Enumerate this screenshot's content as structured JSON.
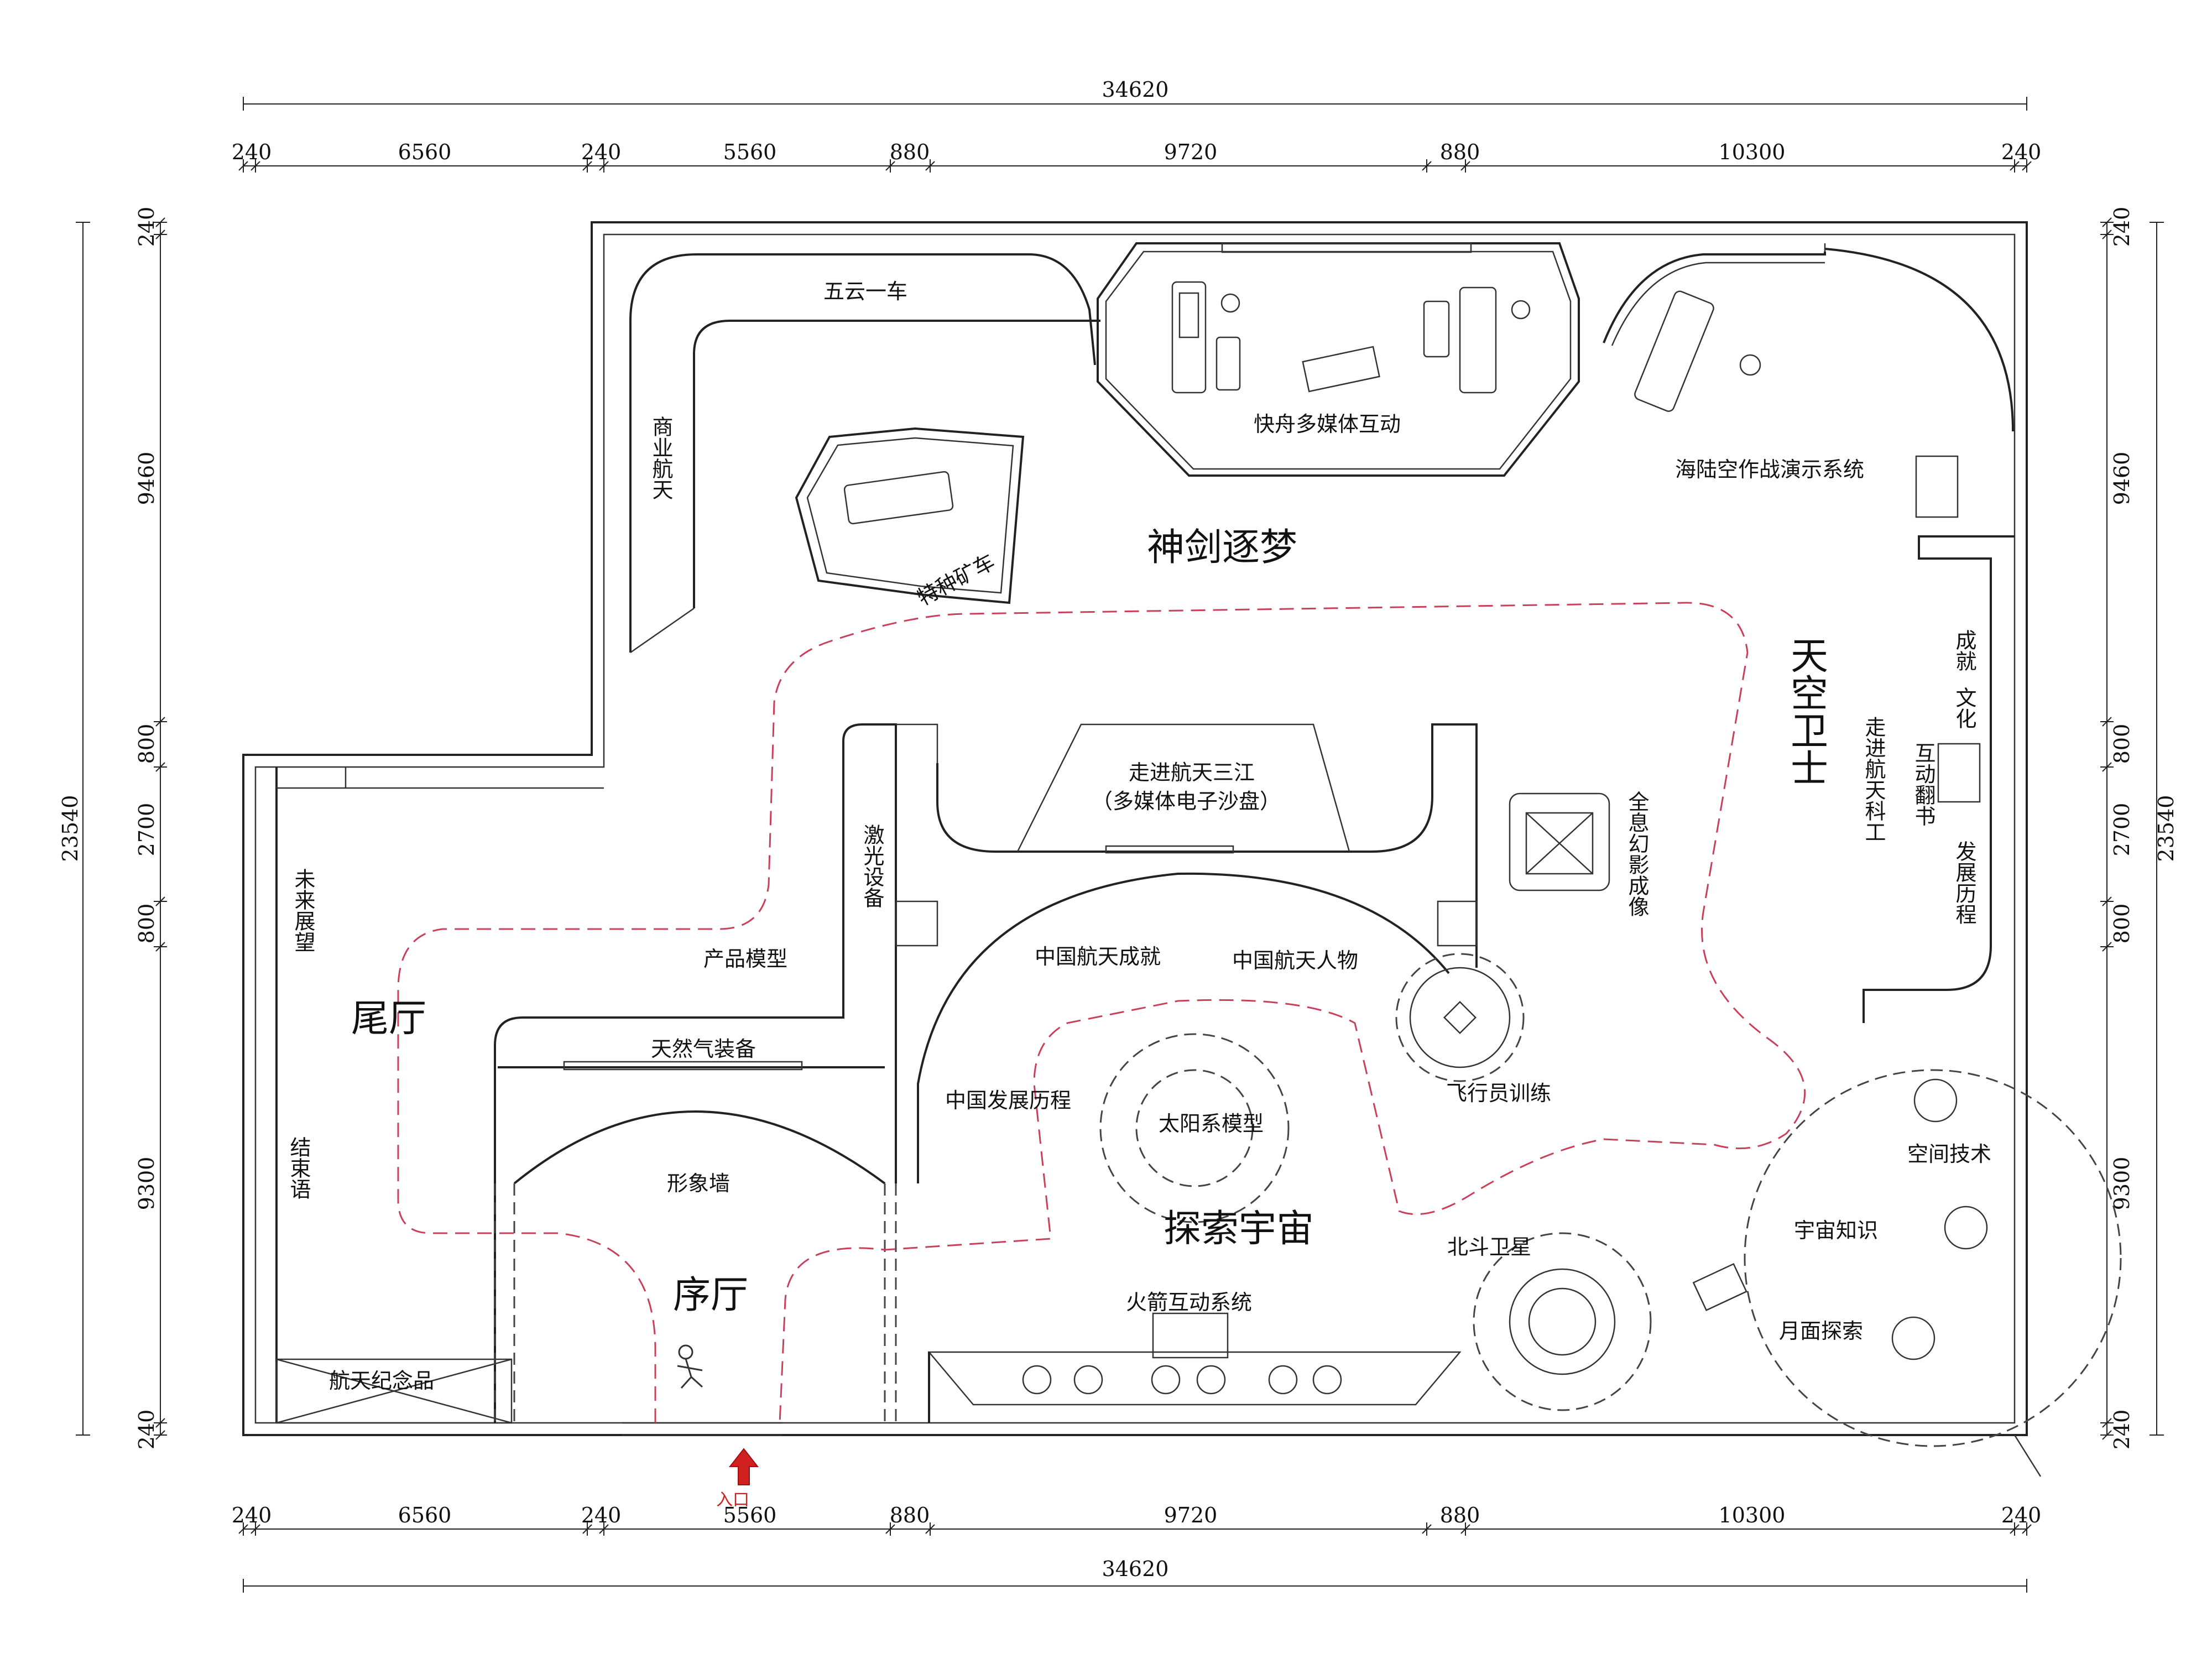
{
  "dimensions": {
    "top_total": "34620",
    "bottom_total": "34620",
    "top_segments": [
      "240",
      "6560",
      "240",
      "5560",
      "880",
      "9720",
      "880",
      "10300",
      "240"
    ],
    "bottom_segments": [
      "240",
      "6560",
      "240",
      "5560",
      "880",
      "9720",
      "880",
      "10300",
      "240"
    ],
    "left_total": "23540",
    "right_total": "23540",
    "left_segments": [
      "240",
      "9460",
      "800",
      "2700",
      "800",
      "9300",
      "240"
    ],
    "right_segments": [
      "240",
      "9460",
      "800",
      "2700",
      "800",
      "9300",
      "240"
    ]
  },
  "zones": {
    "shenjian": "神剑逐梦",
    "tiankong": "天空卫士",
    "tansuo": "探索宇宙",
    "weiting": "尾厅",
    "xuting": "序厅"
  },
  "labels": {
    "wuyun": "五云一车",
    "shangye": "商业航天",
    "tezhong": "特种矿车",
    "kuaizhou": "快舟多媒体互动",
    "hailu": "海陆空作战演示系统",
    "chengjiu": "成就",
    "wenhua": "文化",
    "hudong_fanshu": "互动翻书",
    "fazhan_licheng": "发展历程",
    "zoujin_keji": "走进航天科工",
    "zoujin_sanjiang": "走进航天三江",
    "shapan": "（多媒体电子沙盘）",
    "quanxi": "全息幻影成像",
    "jiguang": "激光设备",
    "chanpin": "产品模型",
    "tianranqi": "天然气装备",
    "weilai": "未来展望",
    "jieshu": "结束语",
    "xingxiang": "形象墙",
    "jinianpin": "航天纪念品",
    "cn_chengjiu": "中国航天成就",
    "cn_renwu": "中国航天人物",
    "cn_fazhan": "中国发展历程",
    "taiyang": "太阳系模型",
    "feixingyuan": "飞行员训练",
    "beidou": "北斗卫星",
    "huojian": "火箭互动系统",
    "kongjian": "空间技术",
    "yuzhou": "宇宙知识",
    "yuemian": "月面探索",
    "rukou": "入口"
  },
  "colors": {
    "route": "#c8405a",
    "entrance_arrow": "#d02020",
    "line": "#222222"
  }
}
